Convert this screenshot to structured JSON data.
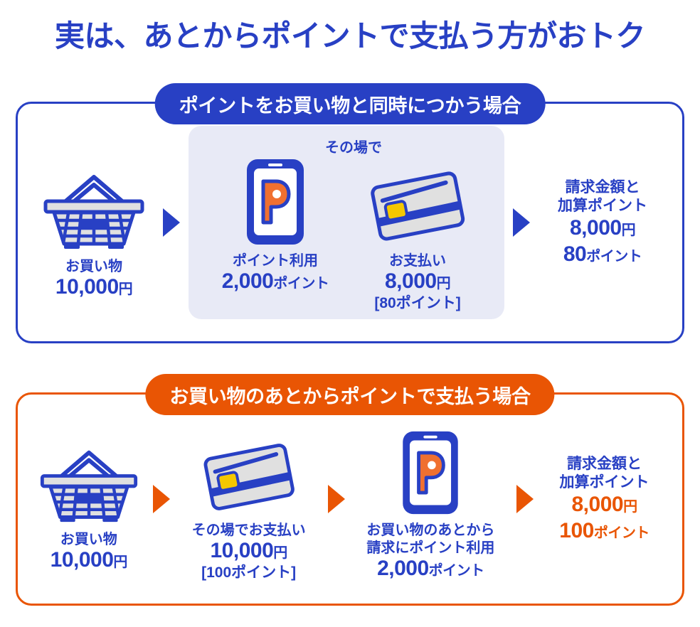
{
  "title": "実は、あとからポイントで支払う方がおトク",
  "colors": {
    "blue": "#2840C4",
    "orange": "#E95504",
    "lavender": "#E8EAF6",
    "chip_yellow": "#F5C800",
    "icon_gray": "#E0E0E0"
  },
  "panel_simultaneous": {
    "badge": "ポイントをお買い物と同時につかう場合",
    "steps": {
      "purchase": {
        "icon": "shopping-basket-icon",
        "label": "お買い物",
        "amount": "10,000",
        "unit": "円"
      },
      "group_caption": "その場で",
      "point_use": {
        "icon": "smartphone-point-icon",
        "label": "ポイント利用",
        "amount": "2,000",
        "unit": "ポイント"
      },
      "payment": {
        "icon": "credit-card-icon",
        "label": "お支払い",
        "amount": "8,000",
        "unit": "円",
        "note": "[80ポイント]"
      },
      "summary": {
        "heading_line1": "請求金額と",
        "heading_line2": "加算ポイント",
        "amount1": "8,000",
        "unit1": "円",
        "amount2": "80",
        "unit2": "ポイント"
      }
    }
  },
  "panel_afterward": {
    "badge": "お買い物のあとからポイントで支払う場合",
    "steps": {
      "purchase": {
        "icon": "shopping-basket-icon",
        "label": "お買い物",
        "amount": "10,000",
        "unit": "円"
      },
      "payment": {
        "icon": "credit-card-icon",
        "label": "その場でお支払い",
        "amount": "10,000",
        "unit": "円",
        "note": "[100ポイント]"
      },
      "point_use": {
        "icon": "smartphone-point-icon",
        "label_line1": "お買い物のあとから",
        "label_line2": "請求にポイント利用",
        "amount": "2,000",
        "unit": "ポイント"
      },
      "summary": {
        "heading_line1": "請求金額と",
        "heading_line2": "加算ポイント",
        "amount1": "8,000",
        "unit1": "円",
        "amount2": "100",
        "unit2": "ポイント"
      }
    }
  }
}
